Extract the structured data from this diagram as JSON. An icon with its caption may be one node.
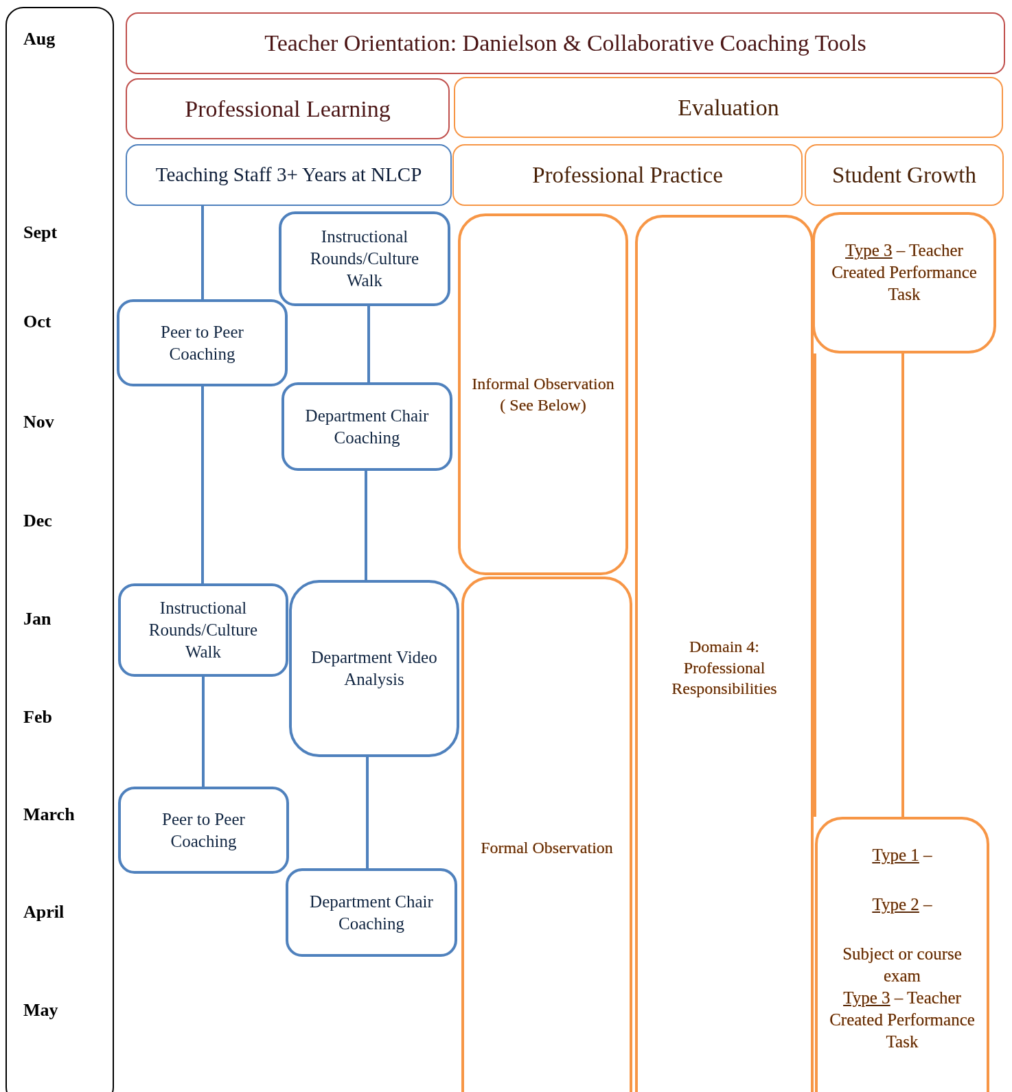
{
  "diagram": {
    "nodes": [
      {
        "text": [
          "Aug",
          "Sept",
          "Oct",
          "Nov",
          "Dec",
          "Jan",
          "Feb",
          "March",
          "April",
          "May"
        ]
      },
      {
        "text": [
          "Teacher Orientation: Danielson & Collaborative Coaching Tools"
        ]
      },
      {
        "text": [
          "Professional Learning"
        ]
      },
      {
        "text": [
          "Evaluation"
        ]
      },
      {
        "text": [
          "Teaching Staff 3+ Years at NLCP"
        ]
      },
      {
        "text": [
          "Professional Practice"
        ]
      },
      {
        "text": [
          "Student Growth"
        ]
      },
      {
        "text": [
          "Instructional Rounds/Culture Walk"
        ]
      },
      {
        "text": [
          "Peer to Peer Coaching"
        ]
      },
      {
        "text": [
          "Department Chair Coaching"
        ]
      },
      {
        "text": [
          "Informal Observation ( See Below)"
        ]
      },
      {
        "text": [
          "Domain 4: Professional Responsibilities"
        ]
      },
      {
        "text": [
          "Type 3",
          "– Teacher Created Performance Task"
        ]
      },
      {
        "text": [
          "Instructional Rounds/Culture Walk"
        ]
      },
      {
        "text": [
          "Department Video Analysis"
        ]
      },
      {
        "text": [
          "Formal Observation"
        ]
      },
      {
        "text": [
          "Peer to Peer Coaching"
        ]
      },
      {
        "text": [
          "Department Chair Coaching"
        ]
      },
      {
        "text": [
          "Type 1",
          "–",
          "Type 2",
          "–",
          "Subject or course exam",
          "Type 3",
          "– Teacher Created Performance Task"
        ]
      }
    ],
    "edges": [
      {
        "from": 4,
        "to": 8,
        "arrow": "none"
      },
      {
        "from": 8,
        "to": 13,
        "arrow": "none"
      },
      {
        "from": 13,
        "to": 16,
        "arrow": "none"
      },
      {
        "from": 7,
        "to": 9,
        "arrow": "none"
      },
      {
        "from": 9,
        "to": 14,
        "arrow": "none"
      },
      {
        "from": 14,
        "to": 17,
        "arrow": "none"
      },
      {
        "from": 12,
        "to": 18,
        "arrow": "none",
        "color": "#f79646"
      },
      {
        "from": 12,
        "to": 18,
        "arrow": "none",
        "color": "#f79646"
      }
    ]
  }
}
